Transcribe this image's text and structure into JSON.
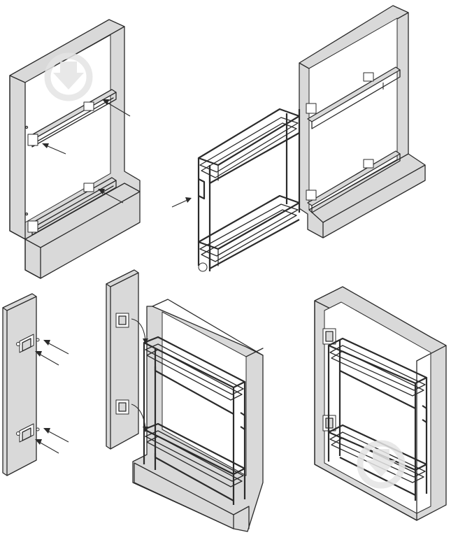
{
  "colors": {
    "stroke": "#2b2b2b",
    "panel": "#d9d9d9",
    "watermark": "#e4e4e4",
    "background": "#ffffff"
  },
  "steps": [
    {
      "id": "cabinet-rails",
      "icon": "cabinet-with-rails-icon"
    },
    {
      "id": "basket-slide-in",
      "icon": "basket-into-cabinet-icon"
    },
    {
      "id": "front-panel-brackets",
      "icon": "front-panel-brackets-icon"
    },
    {
      "id": "front-panel-attach",
      "icon": "attach-front-panel-icon"
    },
    {
      "id": "assembled",
      "icon": "assembled-pull-out-icon"
    }
  ],
  "watermark": {
    "icon": "download-logo-icon"
  }
}
